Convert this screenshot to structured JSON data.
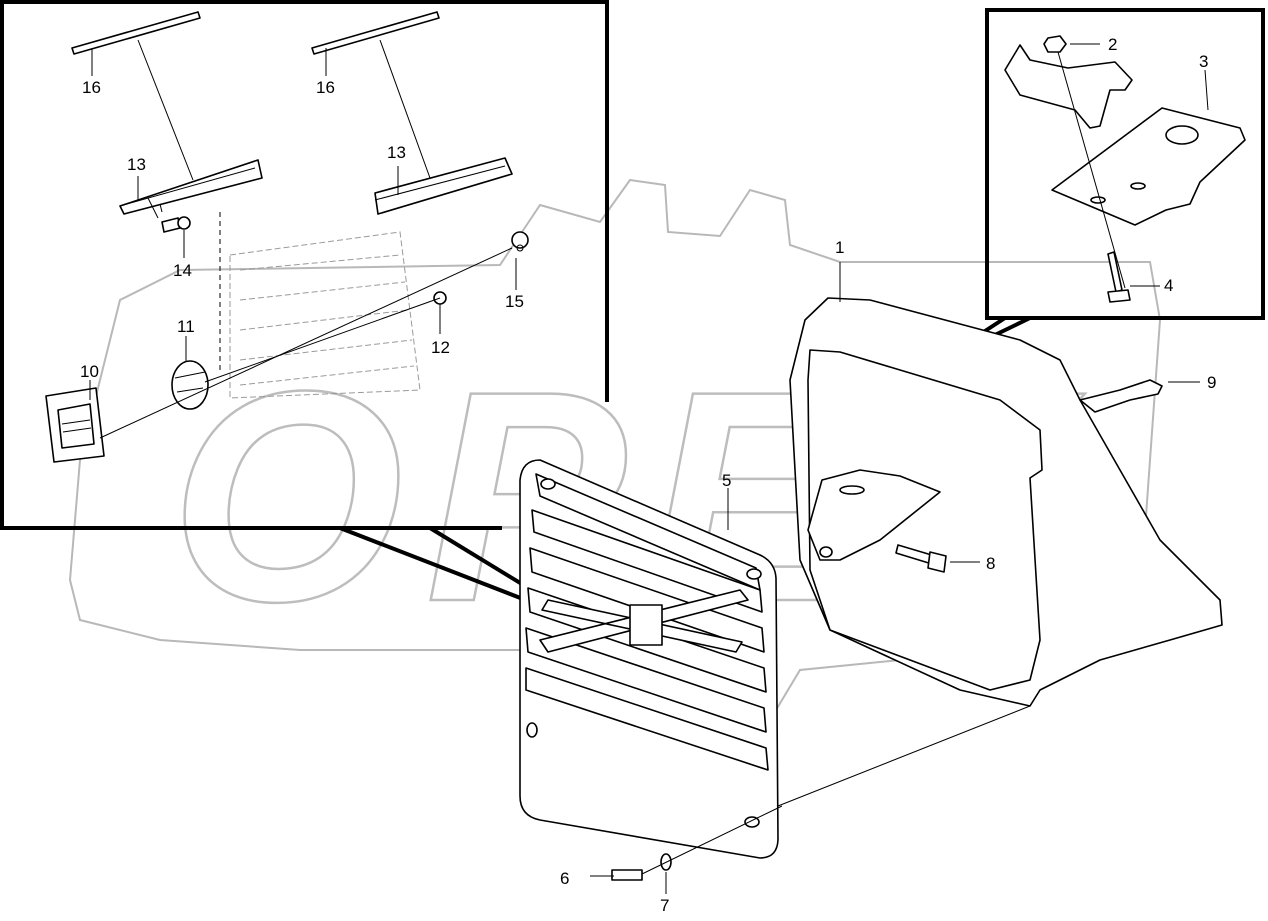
{
  "diagram": {
    "watermark": "OPEX",
    "callouts": [
      {
        "id": "c1",
        "text": "1"
      },
      {
        "id": "c2",
        "text": "2"
      },
      {
        "id": "c3",
        "text": "3"
      },
      {
        "id": "c4",
        "text": "4"
      },
      {
        "id": "c5",
        "text": "5"
      },
      {
        "id": "c6",
        "text": "6"
      },
      {
        "id": "c7",
        "text": "7"
      },
      {
        "id": "c8",
        "text": "8"
      },
      {
        "id": "c9",
        "text": "9"
      },
      {
        "id": "c10",
        "text": "10"
      },
      {
        "id": "c11",
        "text": "11"
      },
      {
        "id": "c12",
        "text": "12"
      },
      {
        "id": "c13a",
        "text": "13"
      },
      {
        "id": "c13b",
        "text": "13"
      },
      {
        "id": "c14",
        "text": "14"
      },
      {
        "id": "c15",
        "text": "15"
      },
      {
        "id": "c16a",
        "text": "16"
      },
      {
        "id": "c16b",
        "text": "16"
      }
    ]
  }
}
